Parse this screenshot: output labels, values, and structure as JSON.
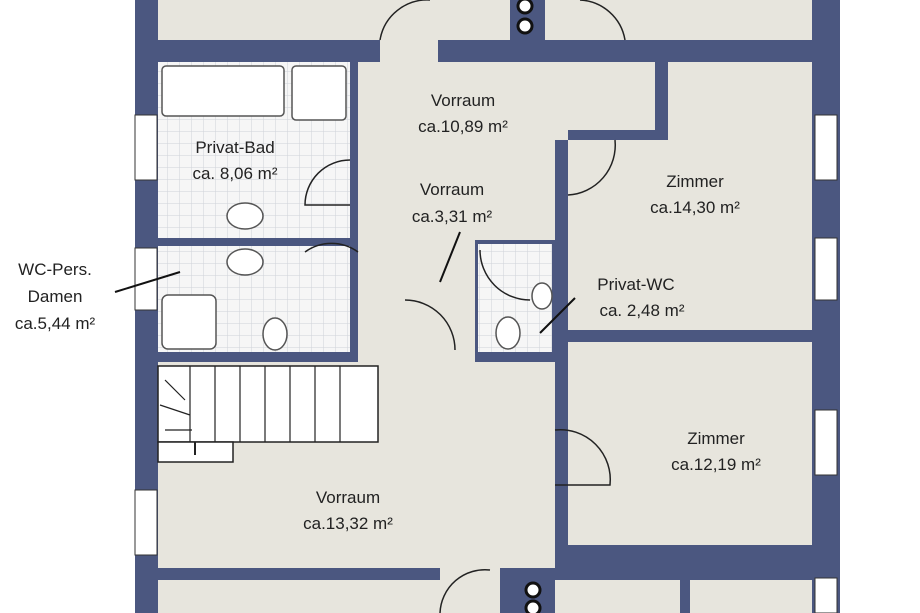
{
  "plan": {
    "rooms": [
      {
        "name": "Privat-Bad",
        "area": "ca. 8,06 m²"
      },
      {
        "name": "Vorraum",
        "area": "ca.10,89 m²"
      },
      {
        "name": "Vorraum",
        "area": "ca.3,31 m²"
      },
      {
        "name": "Zimmer",
        "area": "ca.14,30 m²"
      },
      {
        "name": "WC-Pers.",
        "name2": "Damen",
        "area": "ca.5,44 m²"
      },
      {
        "name": "Privat-WC",
        "area": "ca. 2,48 m²"
      },
      {
        "name": "Zimmer",
        "area": "ca.12,19 m²"
      },
      {
        "name": "Vorraum",
        "area": "ca.13,32 m²"
      }
    ],
    "colors": {
      "wall": "#4b5780",
      "floor": "#e7e5dd",
      "tile": "#f4f4f4"
    }
  }
}
